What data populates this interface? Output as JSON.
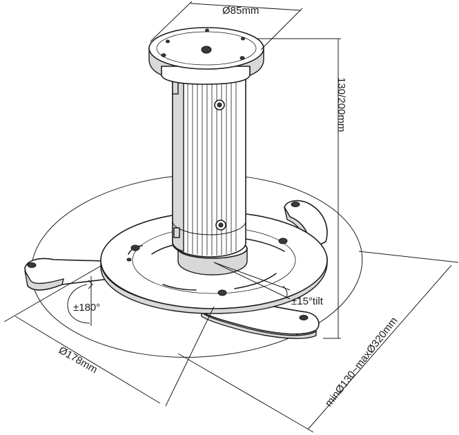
{
  "labels": {
    "top_diameter": "Ø85mm",
    "height": "130/200mm",
    "rotation": "±180°",
    "tilt": "±15°tilt",
    "plate_diameter": "Ø178mm",
    "arm_span": "minØ130~maxØ320mm"
  }
}
